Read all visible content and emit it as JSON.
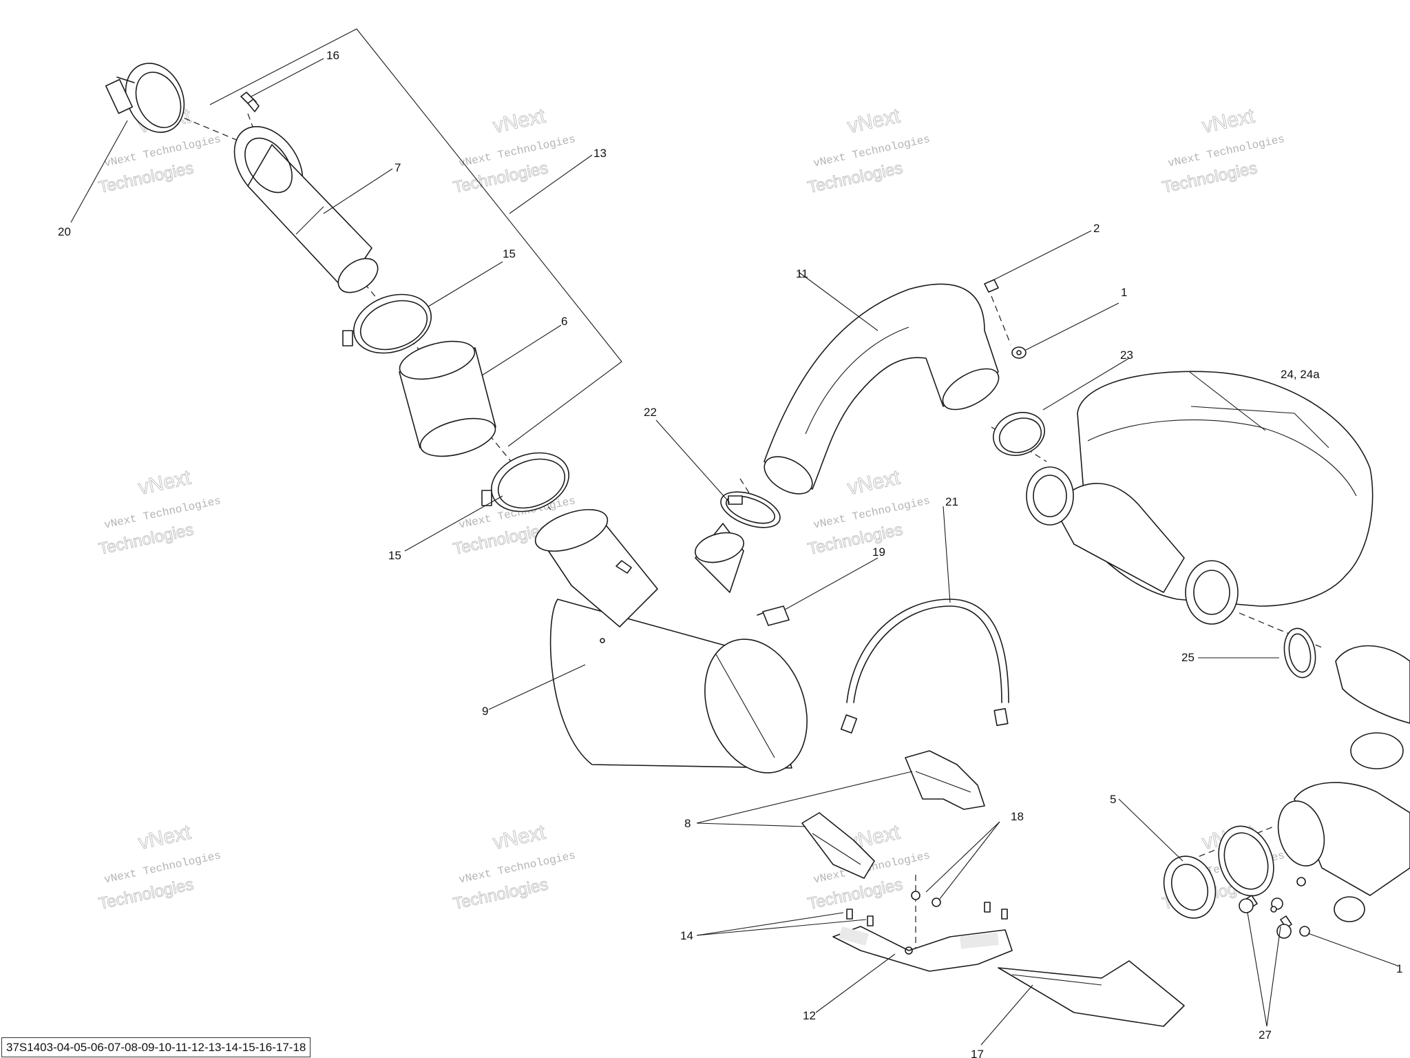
{
  "callouts": {
    "c1a": "1",
    "c1b": "1",
    "c2": "2",
    "c5": "5",
    "c6": "6",
    "c7": "7",
    "c8": "8",
    "c9": "9",
    "c11": "11",
    "c12": "12",
    "c13": "13",
    "c14": "14",
    "c15a": "15",
    "c15b": "15",
    "c16": "16",
    "c17": "17",
    "c18": "18",
    "c19": "19",
    "c20": "20",
    "c21": "21",
    "c22": "22",
    "c23": "23",
    "c24": "24, 24a",
    "c25": "25",
    "c27": "27"
  },
  "watermark": {
    "line1": "vNext Technologies",
    "big_a": "vNext",
    "big_b": "Technologies"
  },
  "reference": "37S1403-04-05-06-07-08-09-10-11-12-13-14-15-16-17-18"
}
